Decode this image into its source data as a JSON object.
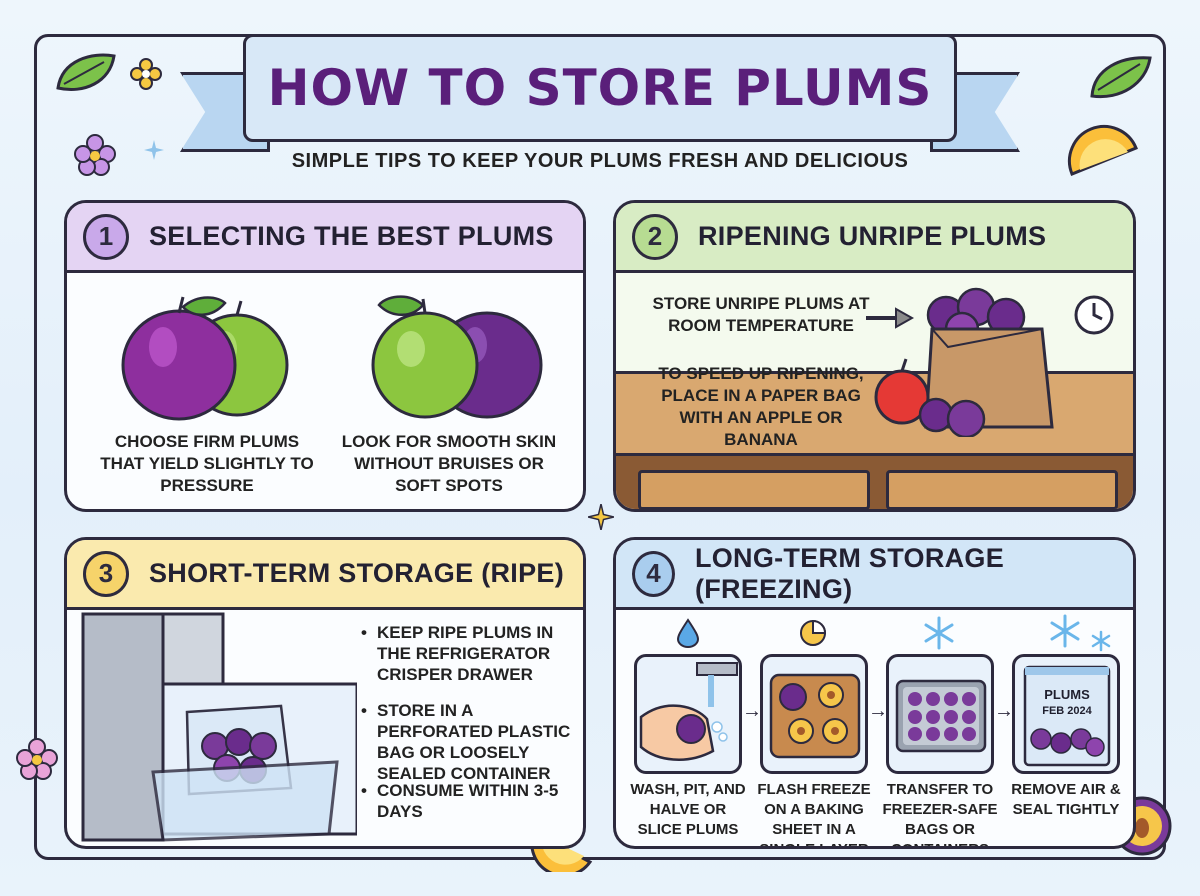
{
  "header": {
    "title": "HOW TO STORE PLUMS",
    "subtitle": "SIMPLE TIPS TO KEEP YOUR PLUMS FRESH AND DELICIOUS"
  },
  "panels": [
    {
      "number": "1",
      "title": "SELECTING THE BEST PLUMS",
      "header_color": "#e4d4f3",
      "badge_color": "#c9a9ea",
      "captions": [
        "CHOOSE FIRM PLUMS THAT YIELD SLIGHTLY TO PRESSURE",
        "LOOK FOR SMOOTH SKIN WITHOUT BRUISES OR SOFT SPOTS"
      ]
    },
    {
      "number": "2",
      "title": "RIPENING UNRIPE PLUMS",
      "header_color": "#d8ecc4",
      "badge_color": "#b7dc92",
      "tips": [
        "STORE UNRIPE PLUMS AT ROOM TEMPERATURE",
        "TO SPEED UP RIPENING, PLACE IN A PAPER BAG WITH AN APPLE OR BANANA"
      ]
    },
    {
      "number": "3",
      "title": "SHORT-TERM STORAGE (RIPE)",
      "header_color": "#faeaae",
      "badge_color": "#f6d36a",
      "bullets": [
        "KEEP RIPE PLUMS IN THE REFRIGERATOR CRISPER DRAWER",
        "STORE IN A PERFORATED PLASTIC BAG OR LOOSELY SEALED CONTAINER",
        "CONSUME WITHIN 3-5 DAYS"
      ]
    },
    {
      "number": "4",
      "title": "LONG-TERM STORAGE (FREEZING)",
      "header_color": "#d2e6f7",
      "badge_color": "#a9cdee",
      "steps": [
        "WASH, PIT, AND HALVE OR SLICE PLUMS",
        "FLASH FREEZE ON A BAKING SHEET IN A SINGLE LAYER",
        "TRANSFER TO FREEZER-SAFE BAGS OR CONTAINERS",
        "REMOVE AIR & SEAL TIGHTLY"
      ],
      "bag_label": "PLUMS",
      "bag_date": "FEB 2024"
    }
  ],
  "colors": {
    "plum": "#6b2f8c",
    "plum_light": "#9b4fbf",
    "green_plum": "#8cc63f",
    "title_purple": "#5a1f7a",
    "outline": "#2d2a3e",
    "wood": "#d9a870"
  },
  "icons": [
    "leaf-icon",
    "flower-icon",
    "sparkle-icon",
    "orange-slice-icon",
    "clock-icon",
    "snowflake-icon",
    "water-drop-icon",
    "arrow-right-icon"
  ]
}
